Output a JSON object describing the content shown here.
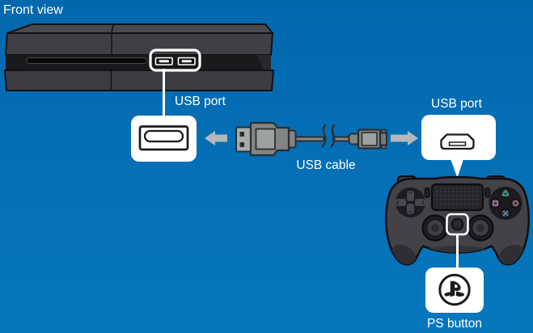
{
  "labels": {
    "front_view": "Front view",
    "usb_port_console": "USB port",
    "usb_cable": "USB cable",
    "usb_port_controller": "USB port",
    "ps_button": "PS button"
  },
  "colors": {
    "background_top": "#0268ae",
    "background_bottom": "#0777bd",
    "label_text": "#ffffff",
    "callout_white": "#ffffff",
    "hardware_body": "#434347",
    "hardware_outline": "#0e0e10",
    "console_top_face": "#4a4a4e",
    "console_recess": "#19191b",
    "arrow_gray": "#b4b8b8",
    "cable_gray": "#818586",
    "cable_outline": "#2c2e2f",
    "button_triangle": "#3aa79f",
    "button_square": "#bb79ad",
    "button_circle": "#c4687e",
    "button_cross": "#5c8ec2"
  },
  "icons": {
    "usb_a_port": "usb-a-port-icon",
    "micro_usb_port": "micro-usb-port-icon",
    "ps_logo": "ps-button-icon",
    "arrow_left": "arrow-left-icon",
    "arrow_right": "arrow-right-icon"
  }
}
